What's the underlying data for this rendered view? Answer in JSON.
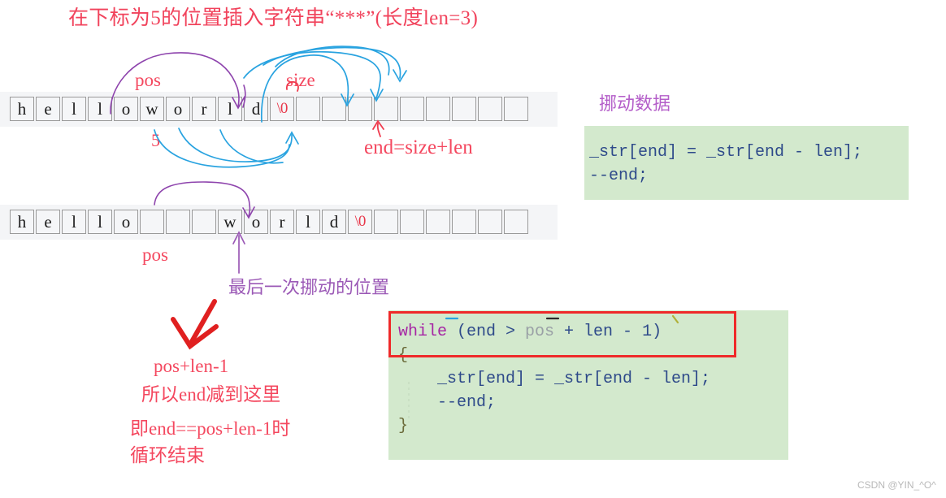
{
  "title": "在下标为5的位置插入字符串“***”(长度len=3)",
  "array_top": {
    "cells": [
      "h",
      "e",
      "l",
      "l",
      "o",
      "w",
      "o",
      "r",
      "l",
      "d",
      "\\0",
      "",
      "",
      "",
      "",
      "",
      "",
      "",
      "",
      ""
    ],
    "null_index": 10
  },
  "array_bottom": {
    "cells": [
      "h",
      "e",
      "l",
      "l",
      "o",
      "",
      "",
      "",
      "w",
      "o",
      "r",
      "l",
      "d",
      "\\0",
      "",
      "",
      "",
      "",
      "",
      ""
    ],
    "null_index": 13
  },
  "annotations": {
    "pos_top": "pos",
    "size_top": "size",
    "index_five": "5",
    "end_formula": "end=size+len",
    "pos_bottom": "pos",
    "last_move_position": "最后一次挪动的位置",
    "move_data_label": "挪动数据"
  },
  "code_move": {
    "line1": "_str[end] = _str[end - len];",
    "line2": "--end;"
  },
  "code_loop": {
    "keyword": "while",
    "condition": " (end > pos + len - 1)",
    "cond_pre": " (end > ",
    "cond_var": "pos",
    "cond_post": " + len - 1)",
    "open_brace": "{",
    "body1": "    _str[end] = _str[end - len];",
    "body2": "    --end;",
    "close_brace": "}"
  },
  "notes": {
    "line1": "pos+len-1",
    "line2": "所以end减到这里",
    "line3": "即end==pos+len-1时",
    "line4": "循环结束"
  },
  "watermark": "CSDN @YIN_^O^",
  "colors": {
    "red": "#f4485f",
    "purple": "#9b59b6",
    "blue_arrow": "#29a3e0",
    "code_bg": "#d3e9cd",
    "code_fg": "#2e4a8a",
    "keyword": "#a626a4",
    "outline": "#ef2a2a"
  }
}
